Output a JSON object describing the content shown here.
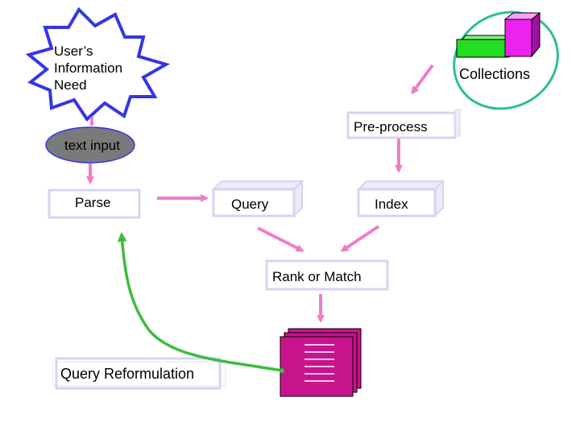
{
  "diagram": {
    "information_need": [
      "User’s",
      "Information",
      "Need"
    ],
    "collections": "Collections",
    "preprocess": "Pre-process",
    "text_input": "text input",
    "parse": "Parse",
    "query": "Query",
    "index": "Index",
    "rank_or_match": "Rank or Match",
    "query_reformulation": "Query Reformulation"
  },
  "colors": {
    "arrow_pink": "#f07ccb",
    "box_border": "#d4d4f4",
    "starburst_border": "#3535e8",
    "collections_ellipse": "#2bbf9a",
    "feedback_arrow": "#3cbd3c",
    "results_docs": "#c8148c",
    "cube_green": "#22dd22",
    "cube_magenta": "#ee22ee",
    "text_input_oval": "#7a7a7a"
  }
}
